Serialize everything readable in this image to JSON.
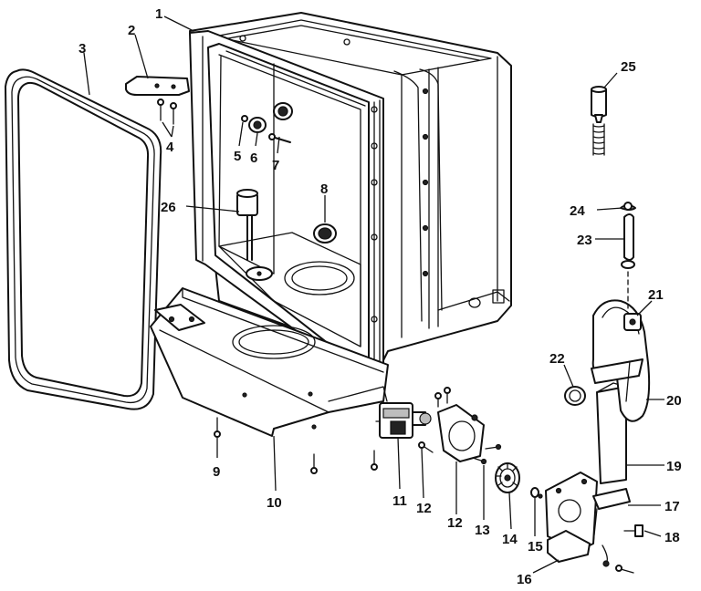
{
  "callouts": [
    {
      "id": "1",
      "label": "1"
    },
    {
      "id": "2",
      "label": "2"
    },
    {
      "id": "3",
      "label": "3"
    },
    {
      "id": "4",
      "label": "4"
    },
    {
      "id": "5",
      "label": "5"
    },
    {
      "id": "6",
      "label": "6"
    },
    {
      "id": "7",
      "label": "7"
    },
    {
      "id": "8",
      "label": "8"
    },
    {
      "id": "9",
      "label": "9"
    },
    {
      "id": "10",
      "label": "10"
    },
    {
      "id": "11",
      "label": "11"
    },
    {
      "id": "12a",
      "label": "12"
    },
    {
      "id": "12b",
      "label": "12"
    },
    {
      "id": "13",
      "label": "13"
    },
    {
      "id": "14",
      "label": "14"
    },
    {
      "id": "15",
      "label": "15"
    },
    {
      "id": "16",
      "label": "16"
    },
    {
      "id": "17",
      "label": "17"
    },
    {
      "id": "18",
      "label": "18"
    },
    {
      "id": "19",
      "label": "19"
    },
    {
      "id": "20",
      "label": "20"
    },
    {
      "id": "21",
      "label": "21"
    },
    {
      "id": "22",
      "label": "22"
    },
    {
      "id": "23",
      "label": "23"
    },
    {
      "id": "24",
      "label": "24"
    },
    {
      "id": "25",
      "label": "25"
    },
    {
      "id": "26",
      "label": "26"
    }
  ]
}
